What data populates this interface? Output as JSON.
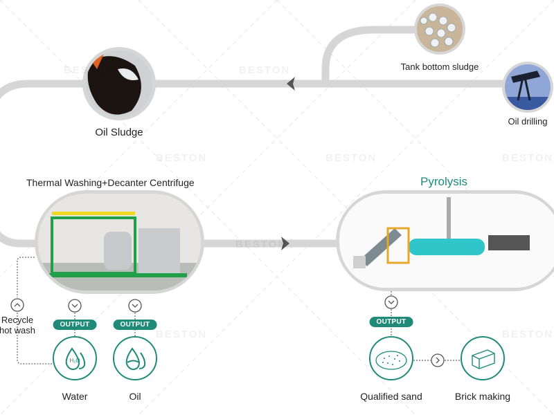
{
  "sources": {
    "oil_sludge": "Oil Sludge",
    "tank_bottom_sludge": "Tank bottom sludge",
    "oil_drilling": "Oil drilling"
  },
  "stages": {
    "thermal_washing": "Thermal Washing+Decanter Centrifuge",
    "pyrolysis": "Pyrolysis"
  },
  "outputs": {
    "badge": "OUTPUT",
    "water": "Water",
    "water_symbol": "H₂O",
    "oil": "Oil",
    "recycle": "Recycle\nhot wash",
    "recycle_line1": "Recycle",
    "recycle_line2": "hot wash",
    "qualified_sand": "Qualified sand",
    "brick_making": "Brick making"
  },
  "watermark": "BESTON",
  "colors": {
    "accent": "#1f8a78",
    "path": "#d6d6d6"
  }
}
